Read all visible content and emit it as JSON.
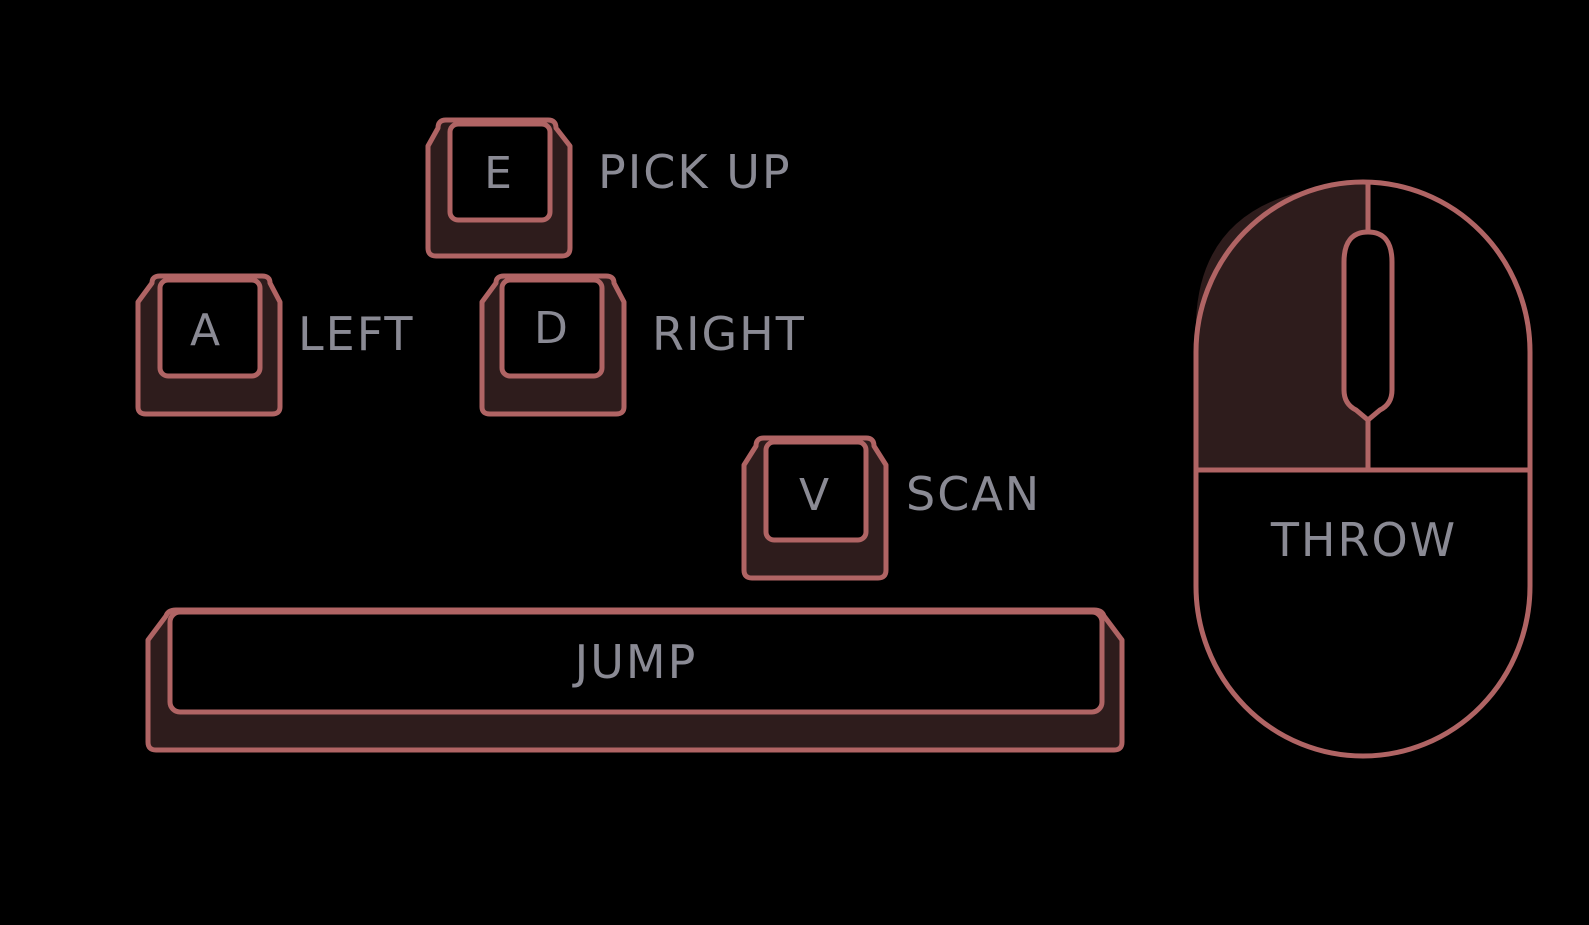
{
  "colors": {
    "background": "#000000",
    "key_outline": "#b06464",
    "key_fill": "#2e1c1c",
    "key_top": "#000000",
    "text": "#8a8a94"
  },
  "keys": {
    "e": {
      "letter": "E",
      "action": "PICK UP"
    },
    "a": {
      "letter": "A",
      "action": "LEFT"
    },
    "d": {
      "letter": "D",
      "action": "RIGHT"
    },
    "v": {
      "letter": "V",
      "action": "SCAN"
    },
    "space": {
      "action": "JUMP"
    }
  },
  "mouse": {
    "icon": "mouse-icon",
    "highlighted_button": "left",
    "action": "THROW"
  }
}
